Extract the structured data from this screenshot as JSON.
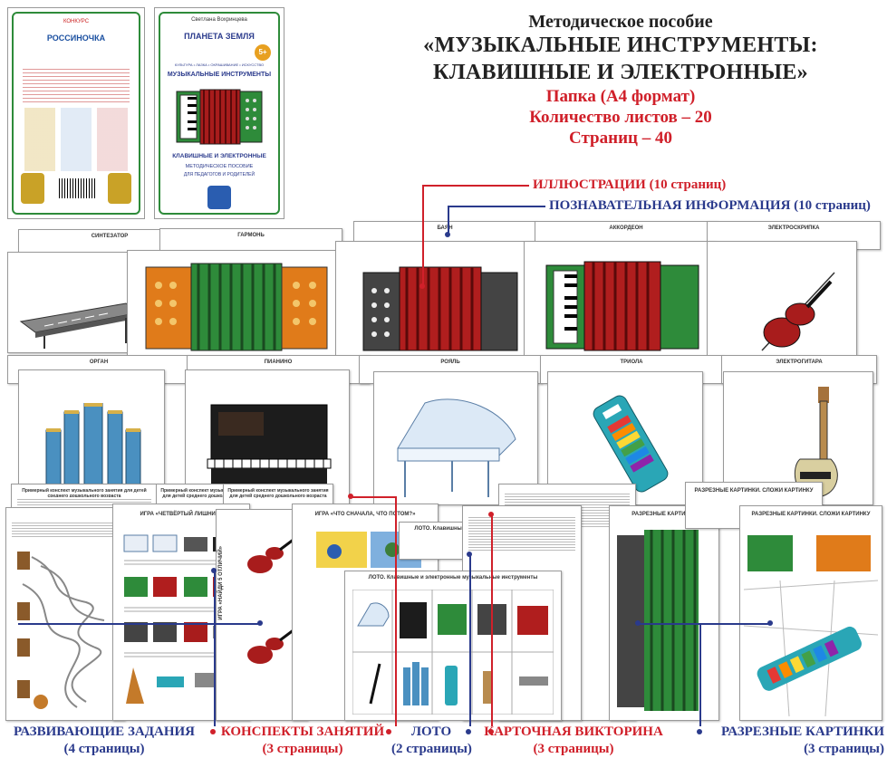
{
  "heading": {
    "subtitle": "Методическое пособие",
    "title_line1": "«МУЗЫКАЛЬНЫЕ ИНСТРУМЕНТЫ:",
    "title_line2": "КЛАВИШНЫЕ И ЭЛЕКТРОННЫЕ»",
    "format": "Папка (А4 формат)",
    "sheets": "Количество листов – 20",
    "pages": "Страниц – 40"
  },
  "callouts": {
    "illustrations": "ИЛЛЮСТРАЦИИ (10 страниц)",
    "info": "ПОЗНАВАТЕЛЬНАЯ ИНФОРМАЦИЯ (10 страниц)"
  },
  "bottom_labels": [
    {
      "title": "РАЗВИВАЮЩИЕ ЗАДАНИЯ",
      "count": "(4 страницы)",
      "color": "#2a3a8c"
    },
    {
      "title": "КОНСПЕКТЫ ЗАНЯТИЙ",
      "count": "(3 страницы)",
      "color": "#d0202a"
    },
    {
      "title": "ЛОТО",
      "count": "(2 страницы)",
      "color": "#2a3a8c"
    },
    {
      "title": "КАРТОЧНАЯ ВИКТОРИНА",
      "count": "(3 страницы)",
      "color": "#d0202a"
    },
    {
      "title": "РАЗРЕЗНЫЕ КАРТИНКИ",
      "count": "(3 страницы)",
      "color": "#2a3a8c"
    }
  ],
  "covers": {
    "back": {
      "brand": "РОССИНОЧКА",
      "brand_top": "КОНКУРС"
    },
    "front": {
      "author": "Светлана Вохринцева",
      "series": "ПЛАНЕТА ЗЕМЛЯ",
      "age": "5+",
      "subjects": "КУЛЬТУРА • ЛАЗКА • ОКРАШИВАНИЕ • ИСКУССТВО",
      "title": "МУЗЫКАЛЬНЫЕ ИНСТРУМЕНТЫ",
      "subtitle1": "КЛАВИШНЫЕ И ЭЛЕКТРОННЫЕ",
      "subtitle2": "МЕТОДИЧЕСКОЕ ПОСОБИЕ",
      "subtitle3": "ДЛЯ ПЕДАГОГОВ И РОДИТЕЛЕЙ"
    }
  },
  "sheet_titles": {
    "synth": "СИНТЕЗАТОР",
    "garmon": "ГАРМОНЬ",
    "bayan": "БАЯН",
    "accordion": "АККОРДЕОН",
    "eviolin": "ЭЛЕКТРОСКРИПКА",
    "organ": "ОРГАН",
    "pianino": "ПИАНИНО",
    "royal": "РОЯЛЬ",
    "triola": "ТРИОЛА",
    "eguitar": "ЭЛЕКТРОГИТАРА",
    "game_odd": "ИГРА «ЧЕТВЁРТЫЙ ЛИШНИЙ»",
    "game_seq": "ИГРА «ЧТО СНАЧАЛА, ЧТО ПОТОМ?»",
    "game_diff": "ИГРА «НАЙДИ 5 ОТЛИЧИЙ»",
    "lotto1": "ЛОТО. Клавишные и электронные музыкальные инструменты",
    "lotto2": "ЛОТО. Клавишные и электронные музыкальные инструменты",
    "puzzle1": "РАЗРЕЗНЫЕ КАРТИНКИ",
    "puzzle2": "РАЗРЕЗНЫЕ КАРТИНКИ. СЛОЖИ КАРТИНКУ",
    "puzzle3": "РАЗРЕЗНЫЕ КАРТИНКИ. СЛОЖИ КАРТИНКУ",
    "lesson1": "Примерный конспект музыкального занятия для детей среднего дошкольного возраста",
    "lesson2": "Примерный конспект музыкального занятия для детей среднего дошкольного возраста",
    "lesson3": "Примерный конспект музыкального занятия для детей среднего дошкольного возраста"
  },
  "colors": {
    "red": "#d0202a",
    "blue": "#2a3a8c",
    "green": "#2e8b3a"
  }
}
